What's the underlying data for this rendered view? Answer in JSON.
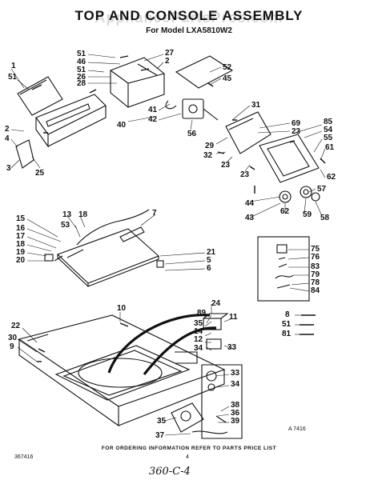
{
  "title": "TOP AND CONSOLE ASSEMBLY",
  "watermark": "AppliancePartsPros.com",
  "model": "For Model LXA5810W2",
  "footer": "FOR ORDERING INFORMATION REFER TO PARTS PRICE LIST",
  "figure_code": "A  7416",
  "doc_code": "367416",
  "page_number": "4",
  "handwritten": "360-C-4",
  "callouts": [
    "51",
    "46",
    "51",
    "26",
    "28",
    "27",
    "2",
    "52",
    "45",
    "1",
    "51",
    "41",
    "42",
    "40",
    "56",
    "31",
    "69",
    "23",
    "85",
    "54",
    "55",
    "2",
    "4",
    "3",
    "25",
    "29",
    "32",
    "23",
    "23",
    "61",
    "62",
    "57",
    "44",
    "62",
    "59",
    "58",
    "43",
    "7",
    "13",
    "18",
    "15",
    "53",
    "16",
    "17",
    "18",
    "19",
    "20",
    "21",
    "5",
    "6",
    "75",
    "76",
    "83",
    "79",
    "78",
    "84",
    "10",
    "22",
    "30",
    "9",
    "24",
    "89",
    "35",
    "14",
    "12",
    "34",
    "11",
    "33",
    "8",
    "51",
    "81",
    "33",
    "34",
    "36",
    "39",
    "35",
    "38",
    "37"
  ]
}
